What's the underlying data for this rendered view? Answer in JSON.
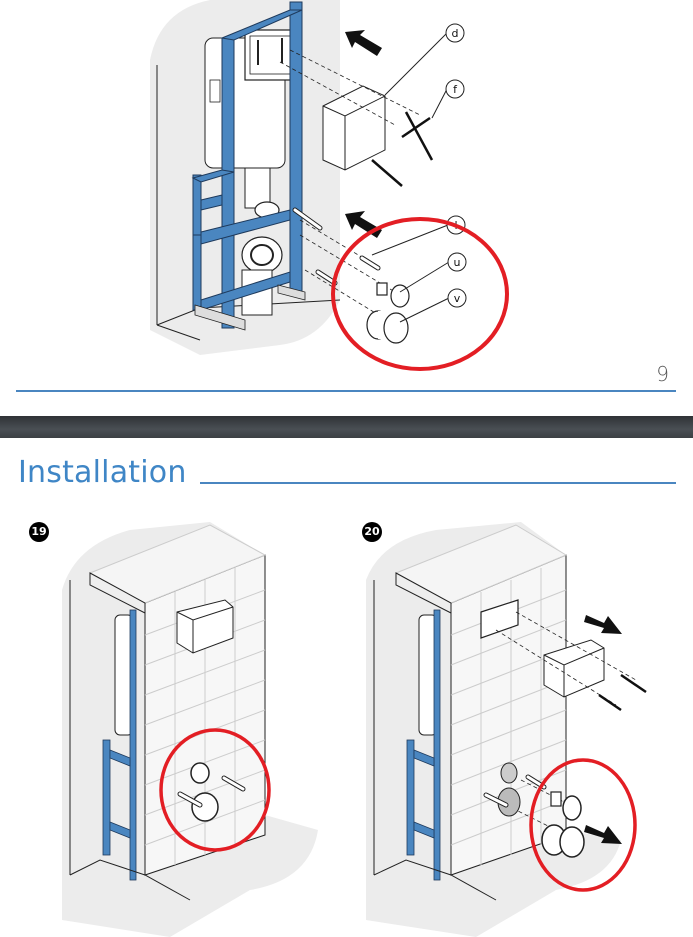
{
  "top_figure": {
    "callouts": [
      "d",
      "f",
      "l",
      "u",
      "v"
    ],
    "highlight_color": "#e31e24",
    "frame_color": "#4a86c0"
  },
  "page_number": "9",
  "section": {
    "title": "Installation"
  },
  "steps": [
    {
      "number": "19"
    },
    {
      "number": "20"
    }
  ]
}
